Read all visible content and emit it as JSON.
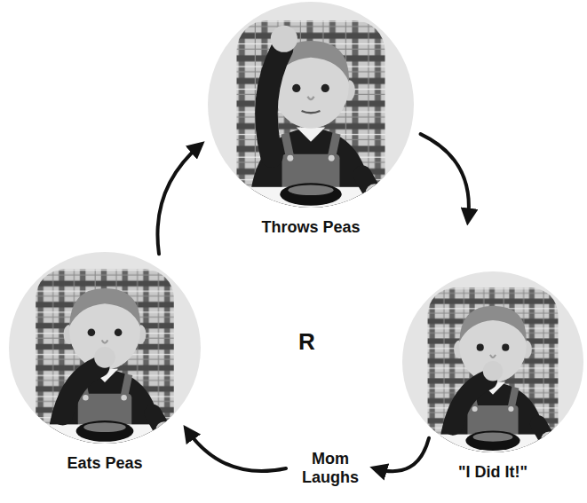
{
  "diagram": {
    "nodes": [
      {
        "text": [
          "Throws Peas"
        ]
      },
      {
        "text": [
          "\"I Did It!\""
        ]
      },
      {
        "text": [
          "Mom Laughs"
        ]
      },
      {
        "text": [
          "Eats Peas"
        ]
      }
    ],
    "edges": [
      {
        "from": 0,
        "to": 1,
        "arrow": "to"
      },
      {
        "from": 1,
        "to": 2,
        "arrow": "to"
      },
      {
        "from": 2,
        "to": 3,
        "arrow": "to"
      },
      {
        "from": 3,
        "to": 0,
        "arrow": "to"
      }
    ],
    "labels": [
      "R"
    ]
  }
}
